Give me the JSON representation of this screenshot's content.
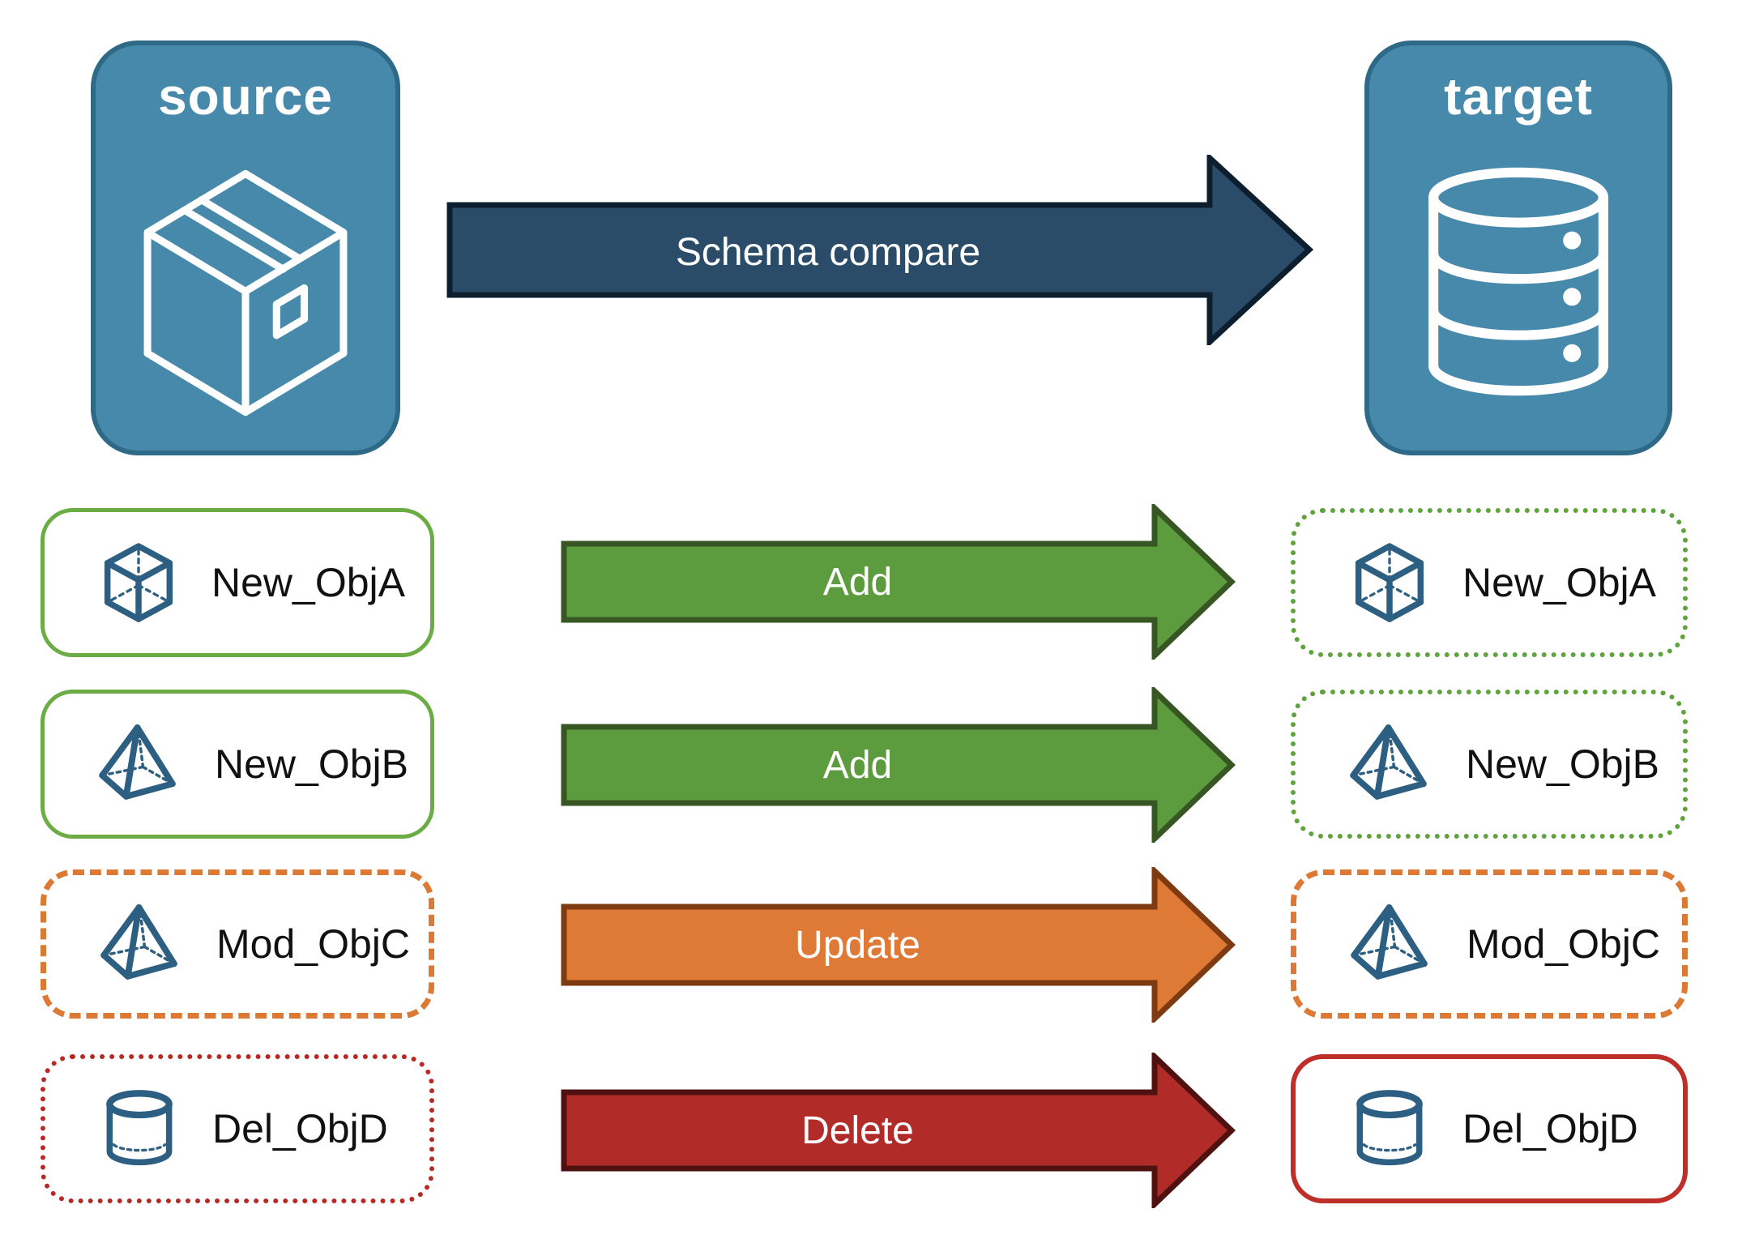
{
  "source_panel": {
    "label": "source",
    "icon": "package-icon"
  },
  "target_panel": {
    "label": "target",
    "icon": "database-icon"
  },
  "compare_arrow": {
    "label": "Schema compare"
  },
  "rows": [
    {
      "object_name": "New_ObjA",
      "icon": "cube-icon",
      "action": "Add",
      "source_box_style": "solid-green",
      "target_box_style": "dotted-green"
    },
    {
      "object_name": "New_ObjB",
      "icon": "pyramid-icon",
      "action": "Add",
      "source_box_style": "solid-green",
      "target_box_style": "dotted-green"
    },
    {
      "object_name": "Mod_ObjC",
      "icon": "pyramid-icon",
      "action": "Update",
      "source_box_style": "dashed-orange",
      "target_box_style": "dashed-orange"
    },
    {
      "object_name": "Del_ObjD",
      "icon": "cylinder-icon",
      "action": "Delete",
      "source_box_style": "dotted-red",
      "target_box_style": "solid-red"
    }
  ],
  "colors": {
    "endpoint_fill": "#4789AB",
    "endpoint_border": "#2E6A87",
    "compare_arrow_fill": "#2A4C68",
    "compare_arrow_border": "#0D1F2E",
    "add_arrow_fill": "#5D9C3E",
    "add_arrow_border": "#375623",
    "update_arrow_fill": "#DE7A36",
    "update_arrow_border": "#7E3A10",
    "delete_arrow_fill": "#B12B28",
    "delete_arrow_border": "#4F1210",
    "green_box_border": "#6BAC45",
    "orange_box_border": "#DC7A35",
    "red_box_border": "#BE2F29",
    "icon_stroke": "#2D5F82"
  }
}
